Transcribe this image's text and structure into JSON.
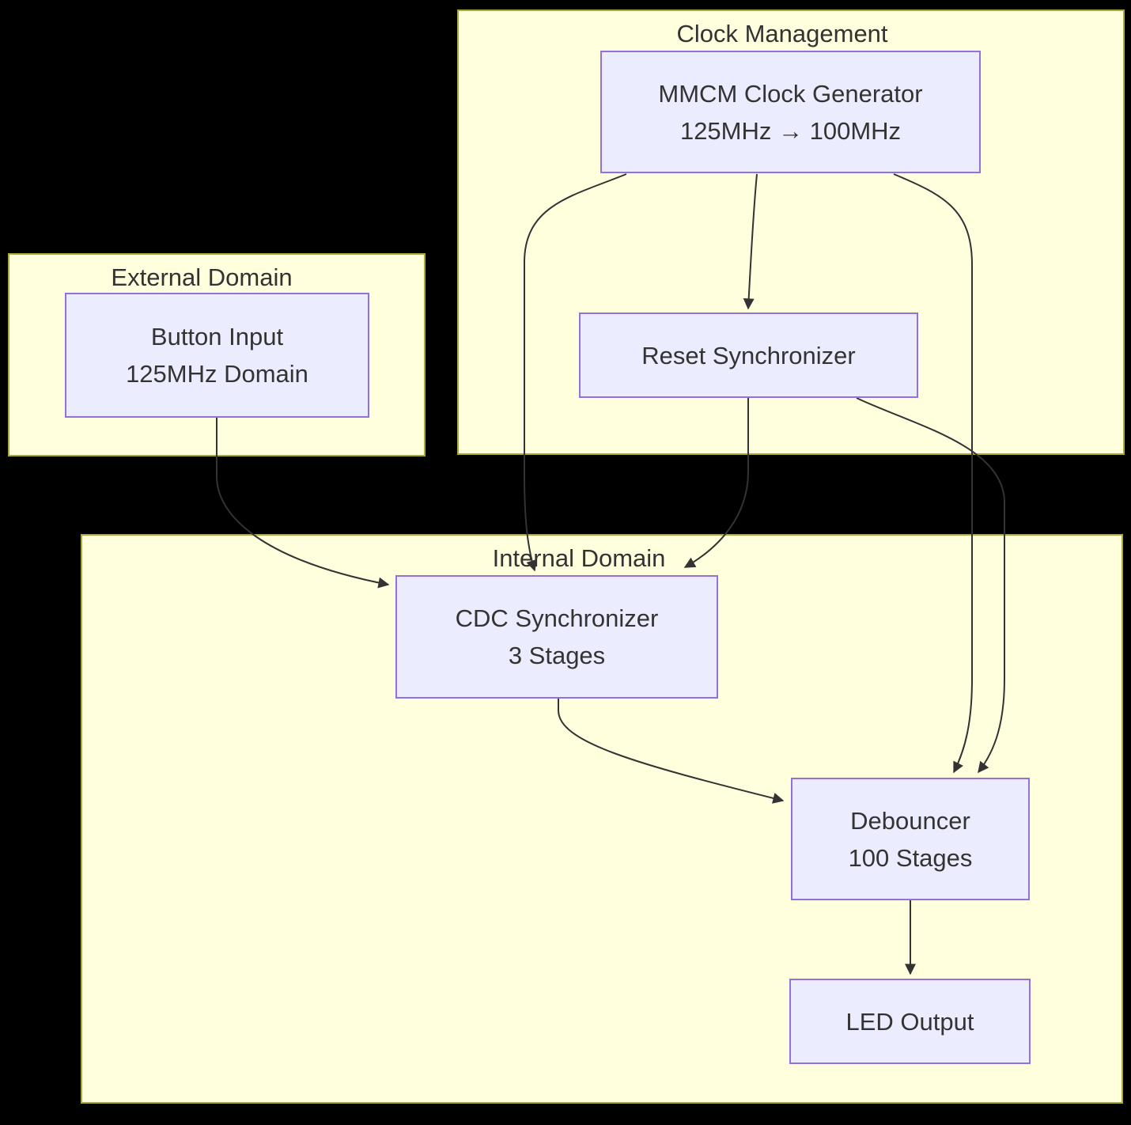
{
  "diagram": {
    "type": "flowchart",
    "background_color": "#000000",
    "colors": {
      "cluster_fill": "#ffffde",
      "cluster_border": "#aaaa33",
      "node_fill": "#ececff",
      "node_border": "#9370db",
      "edge_stroke": "#333333",
      "text": "#333333"
    },
    "clusters": {
      "clock_management": {
        "title": "Clock Management"
      },
      "external_domain": {
        "title": "External Domain"
      },
      "internal_domain": {
        "title": "Internal Domain"
      }
    },
    "nodes": {
      "mmcm": {
        "lines": [
          "MMCM Clock Generator",
          "125MHz → 100MHz"
        ],
        "cluster": "clock_management"
      },
      "reset_sync": {
        "lines": [
          "Reset Synchronizer"
        ],
        "cluster": "clock_management"
      },
      "button_input": {
        "lines": [
          "Button Input",
          "125MHz Domain"
        ],
        "cluster": "external_domain"
      },
      "cdc_sync": {
        "lines": [
          "CDC Synchronizer",
          "3 Stages"
        ],
        "cluster": "internal_domain"
      },
      "debouncer": {
        "lines": [
          "Debouncer",
          "100 Stages"
        ],
        "cluster": "internal_domain"
      },
      "led_output": {
        "lines": [
          "LED Output"
        ],
        "cluster": "internal_domain"
      }
    },
    "edges": [
      {
        "from": "mmcm",
        "to": "reset_sync"
      },
      {
        "from": "mmcm",
        "to": "cdc_sync"
      },
      {
        "from": "mmcm",
        "to": "debouncer"
      },
      {
        "from": "reset_sync",
        "to": "cdc_sync"
      },
      {
        "from": "reset_sync",
        "to": "debouncer"
      },
      {
        "from": "button_input",
        "to": "cdc_sync"
      },
      {
        "from": "cdc_sync",
        "to": "debouncer"
      },
      {
        "from": "debouncer",
        "to": "led_output"
      }
    ]
  }
}
